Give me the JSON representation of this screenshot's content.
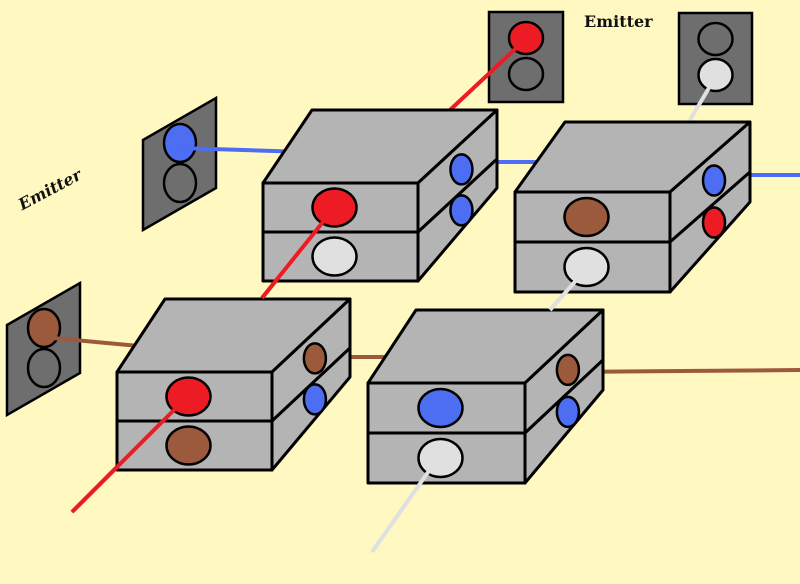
{
  "labels": {
    "top_emitter": "Emitter",
    "left_emitter": "Emitter"
  },
  "colors": {
    "background": "#fff8c0",
    "box": "#b4b4b4",
    "emitter_panel": "#6e6e6e",
    "red": "#ed1c24",
    "blue": "#4d6df3",
    "brown": "#9c5a3c",
    "white": "#e0e0e0",
    "empty": "#6e6e6e"
  },
  "emitters": [
    {
      "name": "top-red-emitter",
      "slots": [
        "red",
        "empty"
      ]
    },
    {
      "name": "top-white-emitter",
      "slots": [
        "empty",
        "white"
      ]
    },
    {
      "name": "left-blue-emitter",
      "slots": [
        "blue",
        "empty"
      ]
    },
    {
      "name": "left-brown-emitter",
      "slots": [
        "brown",
        "empty"
      ]
    }
  ],
  "boxes": [
    {
      "name": "box-top-middle",
      "front": [
        "red",
        "white"
      ],
      "side": [
        "blue",
        "blue"
      ]
    },
    {
      "name": "box-top-right",
      "front": [
        "brown",
        "white"
      ],
      "side": [
        "blue",
        "red"
      ]
    },
    {
      "name": "box-bottom-left",
      "front": [
        "red",
        "brown"
      ],
      "side": [
        "brown",
        "blue"
      ]
    },
    {
      "name": "box-bottom-middle",
      "front": [
        "blue",
        "white"
      ],
      "side": [
        "brown",
        "blue"
      ]
    }
  ]
}
